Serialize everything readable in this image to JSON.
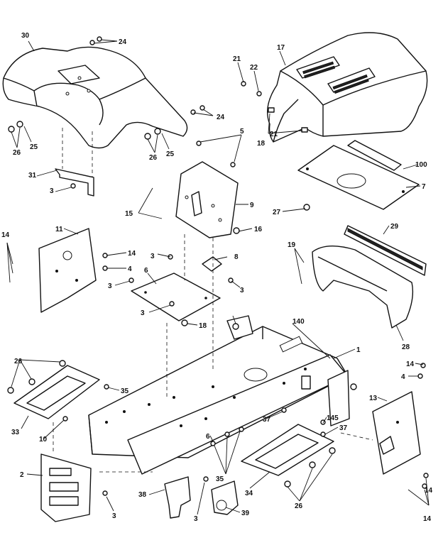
{
  "callouts": [
    "30",
    "24",
    "21",
    "22",
    "17",
    "24",
    "26",
    "25",
    "26",
    "25",
    "18",
    "21",
    "5",
    "100",
    "31",
    "3",
    "7",
    "27",
    "15",
    "9",
    "16",
    "11",
    "14",
    "14",
    "19",
    "29",
    "3",
    "8",
    "4",
    "6",
    "3",
    "3",
    "18",
    "28",
    "3",
    "140",
    "1",
    "26",
    "35",
    "14",
    "4",
    "33",
    "10",
    "13",
    "37",
    "145",
    "37",
    "2",
    "6",
    "35",
    "34",
    "3",
    "38",
    "3",
    "39",
    "26",
    "14",
    "14"
  ]
}
